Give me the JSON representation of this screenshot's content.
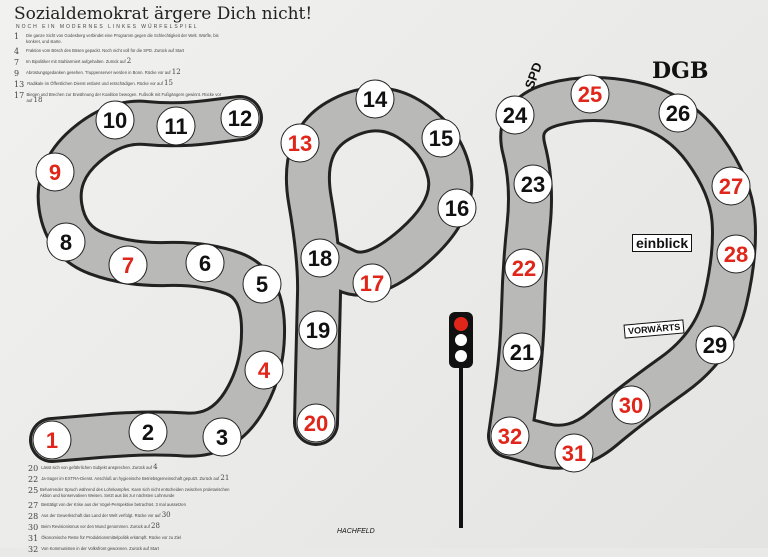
{
  "title": "Sozialdemokrat ärgere Dich nicht!",
  "subtitle": "NOCH EIN MODERNES LINKES WÜRFELSPIEL",
  "rules_top": [
    {
      "n": "1",
      "text": "Die ganze Sicht von Godesberg verbindet eine Programm gegen die Schlechtigkeit der Welt. Würfle, bis konkret, und starte."
    },
    {
      "n": "4",
      "text": "Fraktion vom Bösch des Bösen gepackt. Noch nicht voll für die SPD. Zurück auf Start"
    },
    {
      "n": "7",
      "text": "Im Bipolitiker mit Stahlarmiert aufgehalten. Zurück auf",
      "target": "2"
    },
    {
      "n": "9",
      "text": "Abrüstungsgedanken gesehen. Truppenserver werden in Bonn. Rücke vor auf",
      "target": "12"
    },
    {
      "n": "13",
      "text": "Radikale im Öffentlichen Dienst entlarvt und entschädigen. Rücke vor auf",
      "target": "15"
    },
    {
      "n": "17",
      "text": "Biegen und Brechen zur Erwähnung der Koalition bewogen. Fußvolk mit Fußgängern gewinnt. Rücke vor auf",
      "target": "18"
    }
  ],
  "rules_bottom": [
    {
      "n": "20",
      "text": "Lässt sich von gefährlichen Subjekt ansprechen. Zurück auf",
      "target": "4"
    },
    {
      "n": "22",
      "text": "Ja-Sager im EXTRA-Dienst. Anschluß an hygienische Betriebsgemeinschaft geputzt. Zurück auf",
      "target": "21"
    },
    {
      "n": "25",
      "text": "Beharrender Spruch während des Lohnkampfes. Kann sich nicht entscheiden zwischen proletarischen Aktion und konservativen Weisen. Setzt aus bis zur nächsten Lohnrunde",
      "target": ""
    },
    {
      "n": "27",
      "text": "Bestätigt von der Krise aus der Vogel-Perspektive betrachtet. 3 mal aussetzen",
      "target": ""
    },
    {
      "n": "28",
      "text": "Aus der Gewerkschaft das Land der Welt verfolgt. Rücke vor auf",
      "target": "30"
    },
    {
      "n": "30",
      "text": "Beim Revisionismus vor den Mund genommen. Zurück auf",
      "target": "28"
    },
    {
      "n": "31",
      "text": "Ökonomische Reste für Produktionsmittelpolitik erkämpft. Rücke vor zu Ziel",
      "target": ""
    },
    {
      "n": "32",
      "text": "Von Kommunisten in der Volksfront gewonnen. Zurück auf Start",
      "target": ""
    }
  ],
  "squares": [
    {
      "n": "1",
      "color": "#e0261b"
    },
    {
      "n": "2",
      "color": "#111111"
    },
    {
      "n": "3",
      "color": "#111111"
    },
    {
      "n": "4",
      "color": "#e0261b"
    },
    {
      "n": "5",
      "color": "#111111"
    },
    {
      "n": "6",
      "color": "#111111"
    },
    {
      "n": "7",
      "color": "#e0261b"
    },
    {
      "n": "8",
      "color": "#111111"
    },
    {
      "n": "9",
      "color": "#e0261b"
    },
    {
      "n": "10",
      "color": "#111111"
    },
    {
      "n": "11",
      "color": "#111111"
    },
    {
      "n": "12",
      "color": "#111111"
    },
    {
      "n": "13",
      "color": "#e0261b"
    },
    {
      "n": "14",
      "color": "#111111"
    },
    {
      "n": "15",
      "color": "#111111"
    },
    {
      "n": "16",
      "color": "#111111"
    },
    {
      "n": "17",
      "color": "#e0261b"
    },
    {
      "n": "18",
      "color": "#111111"
    },
    {
      "n": "19",
      "color": "#111111"
    },
    {
      "n": "20",
      "color": "#e0261b"
    },
    {
      "n": "21",
      "color": "#111111"
    },
    {
      "n": "22",
      "color": "#e0261b"
    },
    {
      "n": "23",
      "color": "#111111"
    },
    {
      "n": "24",
      "color": "#111111"
    },
    {
      "n": "25",
      "color": "#e0261b"
    },
    {
      "n": "26",
      "color": "#111111"
    },
    {
      "n": "27",
      "color": "#e0261b"
    },
    {
      "n": "28",
      "color": "#e0261b"
    },
    {
      "n": "29",
      "color": "#111111"
    },
    {
      "n": "30",
      "color": "#e0261b"
    },
    {
      "n": "31",
      "color": "#e0261b"
    },
    {
      "n": "32",
      "color": "#e0261b"
    }
  ],
  "labels": {
    "dgb": "DGB",
    "spd": "SPD",
    "einblick": "einblick",
    "vorwaerts": "VORWÄRTS",
    "signature": "HACHFELD"
  }
}
